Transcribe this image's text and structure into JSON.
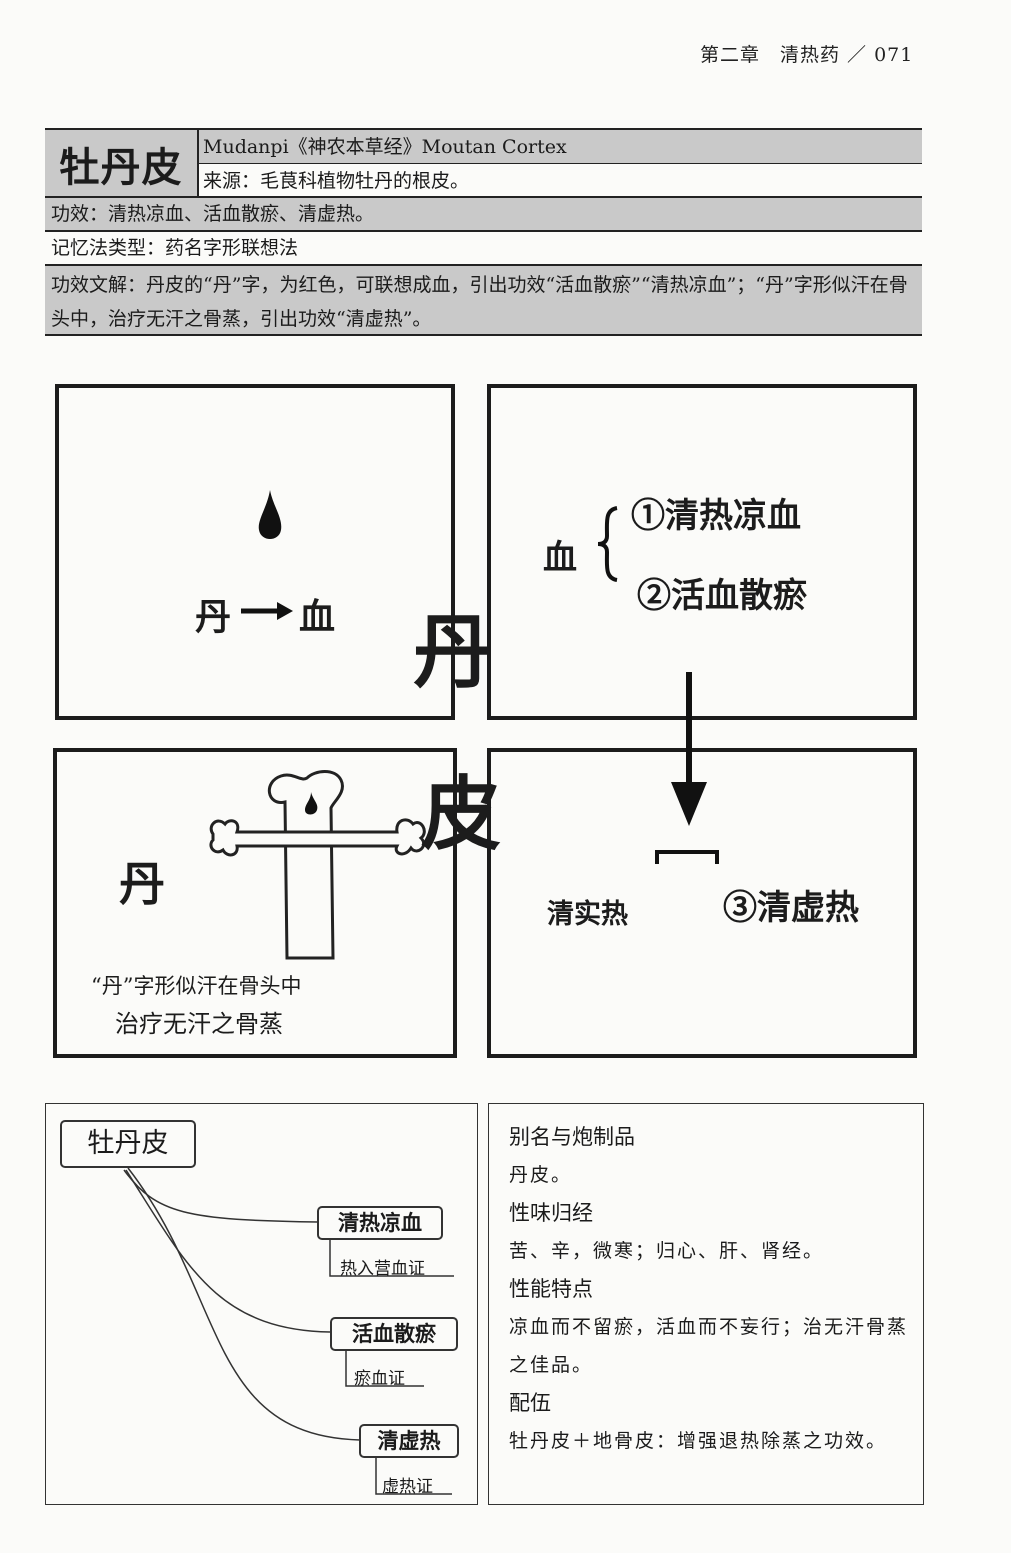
{
  "header": {
    "running_title": "第二章　清热药 ／ 071"
  },
  "herb": {
    "name": "牡丹皮",
    "latin": "Mudanpi《神农本草经》Moutan Cortex",
    "source": "来源：毛茛科植物牡丹的根皮。",
    "efficacy": "功效：清热凉血、活血散瘀、清虚热。",
    "memory_label": "记忆法类型：",
    "memory_value": "药名字形联想法",
    "explain_label": "功效文解：",
    "explain_text": "丹皮的“丹”字，为红色，可联想成血，引出功效“活血散瘀”“清热凉血”；“丹”字形似汗在骨头中，治疗无汗之骨蒸，引出功效“清虚热”。"
  },
  "illustration": {
    "center_char_top": "丹",
    "center_char_bottom": "皮",
    "panel1_text_left": "丹",
    "panel1_text_right": "血",
    "panel2_xue": "血",
    "panel2_item1": "①清热凉血",
    "panel2_item2": "②活血散瘀",
    "panel3_big_char": "丹",
    "panel3_caption1": "“丹”字形似汗在骨头中",
    "panel3_caption2": "治疗无汗之骨蒸",
    "panel4_left": "清实热",
    "panel4_right": "③清虚热"
  },
  "mindmap": {
    "root": "牡丹皮",
    "branches": [
      {
        "label": "清热凉血",
        "sub": "热入营血证"
      },
      {
        "label": "活血散瘀",
        "sub": "瘀血证"
      },
      {
        "label": "清虚热",
        "sub": "虚热证"
      }
    ]
  },
  "info": {
    "h1": "别名与炮制品",
    "p1": "丹皮。",
    "h2": "性味归经",
    "p2": "苦、辛，微寒；归心、肝、肾经。",
    "h3": "性能特点",
    "p3": "凉血而不留瘀，活血而不妄行；治无汗骨蒸之佳品。",
    "h4": "配伍",
    "p4": "牡丹皮＋地骨皮：增强退热除蒸之功效。"
  }
}
